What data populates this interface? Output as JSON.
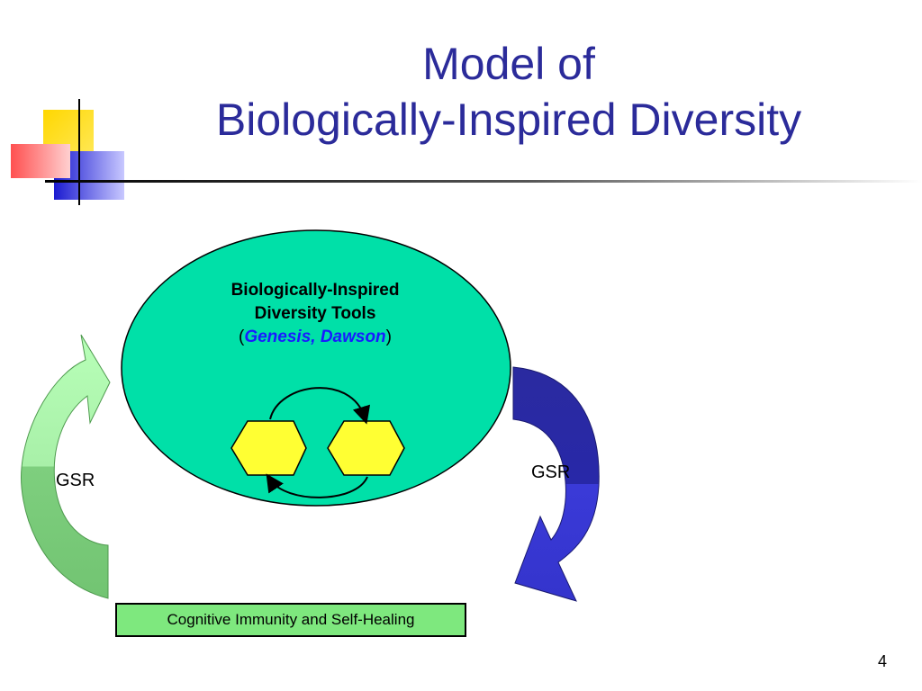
{
  "slide": {
    "title_line1": "Model of",
    "title_line2": "Biologically-Inspired Diversity",
    "page_number": "4"
  },
  "ellipse": {
    "line1": "Biologically-Inspired",
    "line2": "Diversity Tools",
    "paren_open": "(",
    "tools": "Genesis, Dawson",
    "paren_close": ")"
  },
  "arrows": {
    "left_label": "GSR",
    "right_label": "GSR"
  },
  "bottom_box": {
    "label": "Cognitive Immunity and Self-Healing"
  },
  "colors": {
    "title": "#2b2b9a",
    "ellipse_fill": "#00e0a8",
    "hexagon_fill": "#ffff33",
    "left_arrow": "#7ecf7e",
    "right_arrow": "#2a2aa0",
    "box_fill": "#7ee87e",
    "tools_text": "#1a1aff"
  }
}
